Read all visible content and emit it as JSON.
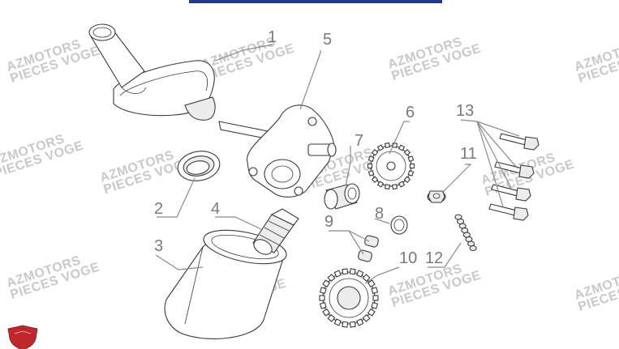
{
  "watermark": {
    "line1": "AZMOTORS",
    "line2": "PIECES VOGE"
  },
  "callouts": [
    "1",
    "2",
    "3",
    "4",
    "5",
    "6",
    "7",
    "8",
    "9",
    "10",
    "11",
    "12",
    "13"
  ],
  "colors": {
    "rule": "#1f3a8f",
    "logo": "#c0272d",
    "watermark": "#c9c9c9",
    "callout": "#7a7a7a"
  },
  "icons": {
    "brand_logo": "shield-logo-icon"
  }
}
